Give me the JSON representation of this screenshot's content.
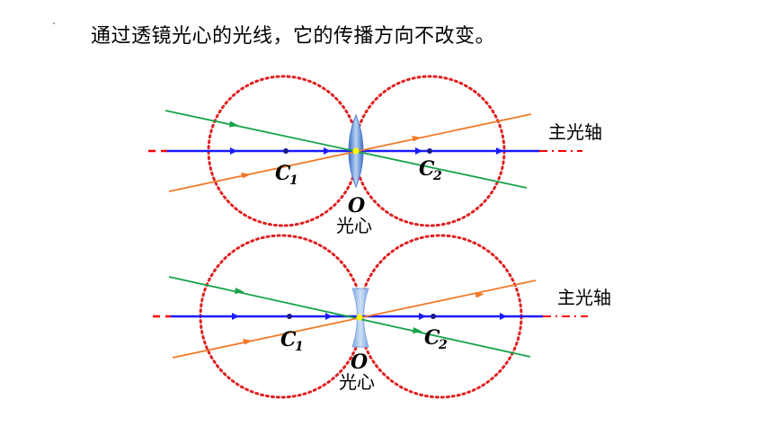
{
  "heading": "通过透镜光心的光线，它的传播方向不改变。",
  "colors": {
    "axis": "#ff0000",
    "axis_line": "#1a1aff",
    "ray_green": "#17a34a",
    "ray_orange": "#f07a2a",
    "circle": "#e02020",
    "lens_fill": "#6fa3e0",
    "center_dot": "#ffff00",
    "point": "#1a1a80"
  },
  "diagrams": [
    {
      "lens_type": "convex",
      "axis_label": "主光轴",
      "focal_left": {
        "letter": "C",
        "sub": "1"
      },
      "focal_right": {
        "letter": "C",
        "sub": "2"
      },
      "center_letter": "O",
      "center_label": "光心"
    },
    {
      "lens_type": "concave",
      "axis_label": "主光轴",
      "focal_left": {
        "letter": "C",
        "sub": "1"
      },
      "focal_right": {
        "letter": "C",
        "sub": "2"
      },
      "center_letter": "O",
      "center_label": "光心"
    }
  ]
}
